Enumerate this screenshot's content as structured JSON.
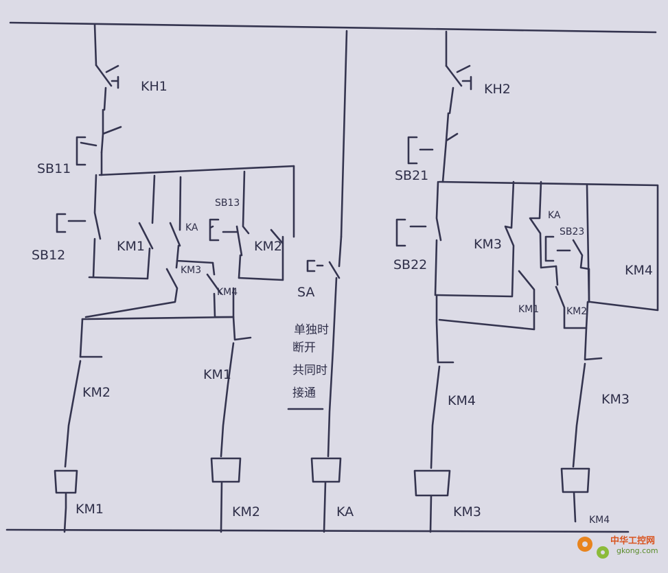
{
  "diagram": {
    "labels": {
      "kh1": "KH1",
      "kh2": "KH2",
      "sb11": "SB11",
      "sb12": "SB12",
      "sb13": "SB13",
      "sb21": "SB21",
      "sb22": "SB22",
      "sb23": "SB23",
      "sa": "SA",
      "ka": "KA",
      "km1": "KM1",
      "km2": "KM2",
      "km3": "KM3",
      "km4": "KM4"
    },
    "sa_note": [
      "单独时",
      "断开",
      "共同时",
      "接通"
    ]
  },
  "watermark": {
    "site_cn": "中华工控网",
    "site_url": "gkong.com"
  }
}
